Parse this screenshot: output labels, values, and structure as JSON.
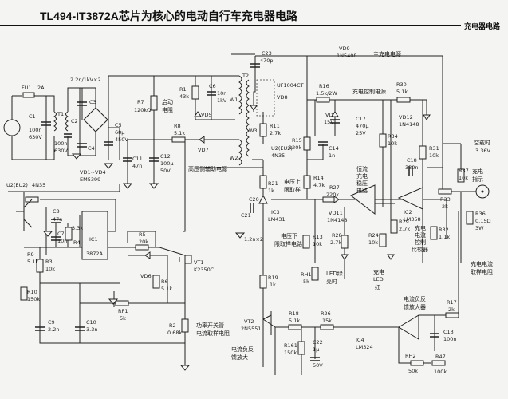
{
  "title": "TL494-IT3872A芯片为核心的电动自行车充电器电路",
  "section_tag": "充电器电路",
  "labels": {
    "fu1": "FU1",
    "fu1_val": "2A",
    "c1": "C1",
    "c1_v1": "100n",
    "c1_v2": "630V",
    "t1": "T1",
    "c_x2_v1": "100n",
    "c_x2_v2": "630V",
    "cy": "2.2n/1kV×2",
    "c2": "C2",
    "c3": "C3",
    "c4": "C4",
    "vd1_4": "VD1~VD4",
    "vd1_4_part": "EM5399",
    "c5": "C5",
    "c5_v1": "68μ",
    "c5_v2": "450V",
    "r7": "R7",
    "r7_val": "120kΩ",
    "startup_r1": "启动",
    "startup_r2": "电阻",
    "r1": "R1",
    "r1_val": "43k",
    "c6": "C6",
    "c6_v1": "10n",
    "c6_v2": "1kV",
    "vd5": "VD5",
    "r8": "R8",
    "r8_val": "5.1k",
    "vd7": "VD7",
    "c11": "C11",
    "c11_val": "47n",
    "c12": "C12",
    "c12_v1": "100μ",
    "c12_v2": "50V",
    "hv_aux": "高压侧辅助电源",
    "t2": "T2",
    "w1": "W1",
    "w2": "W2",
    "w3": "W3",
    "c23": "C23",
    "c23_val": "470p",
    "vd9": "VD9",
    "vd9_part": "1N5408",
    "main_supply": "主充电电源",
    "uf": "UF1004CT",
    "vd8": "VD8",
    "r11": "R11",
    "r11_val": "2.7k",
    "u2": "U2(EU2)",
    "u2_part": "4N35",
    "r16": "R16",
    "r16_val": "1.5k/2W",
    "ctrl_supply": "充电控制电源",
    "r30": "R30",
    "r30_val": "5.1k",
    "vd": "VD",
    "vd_val": "15V",
    "c17": "C17",
    "c17_v1": "470μ",
    "c17_v2": "25V",
    "vd12": "VD12",
    "vd12_part": "1N4148",
    "r15": "R15",
    "r15_val": "120k",
    "c14": "C14",
    "c14_val": "1n",
    "r34": "R34",
    "r34_val": "10k",
    "r31": "R31",
    "r31_val": "10k",
    "c18": "C18",
    "c18_val": "330n",
    "noload1": "空载时",
    "noload2": "3.36V",
    "r37": "R37",
    "r37_val": "10k",
    "ind1": "充电",
    "ind2": "指示",
    "r14": "R14",
    "r14_val": "4.7k",
    "vup1": "电压上",
    "vup2": "限取样",
    "cc1": "恒流",
    "cc2": "充电",
    "cc3": "稳压",
    "cc4": "电路",
    "r21": "R21",
    "r21_val": "1k",
    "c20": "C20",
    "c21": "C21",
    "c2021_val": "1.2n×2",
    "ic3": "IC3",
    "ic3_part": "LM431",
    "r27": "R27",
    "r27_val": "220k",
    "vd11": "VD11",
    "vd11_part": "1N4148",
    "ic2": "IC2",
    "ic2_part": "LM358",
    "r33": "R33",
    "r33_val": "2k",
    "r36": "R36",
    "r36_v1": "0.15Ω",
    "r36_v2": "3W",
    "r13": "R13",
    "r13_val": "10k",
    "vdn1": "电压下",
    "vdn2": "限取样电路",
    "r28": "R28",
    "r28_val": "2.7k",
    "r24": "R24",
    "r24_val": "10k",
    "r29": "R29",
    "r29_val": "2.7k",
    "r32": "R32",
    "r32_val": "1.1k",
    "cmp1": "充电",
    "cmp2": "电流",
    "cmp3": "控制",
    "cmp4": "比较器",
    "sense1": "充电电流",
    "sense2": "取样电阻",
    "rh1": "RH1",
    "rh1_val": "5k",
    "led_g1": "LED绿",
    "led_g2": "亮时",
    "led_r1": "充电",
    "led_r2": "LED",
    "led_r3": "红",
    "r19": "R19",
    "r19_val": "1k",
    "vt2": "VT2",
    "vt2_part": "2N5551",
    "r18": "R18",
    "r18_val": "5.1k",
    "r26": "R26",
    "r26_val": "15k",
    "r161": "R161",
    "r161_val": "150k",
    "c22": "C22",
    "c22_v1": "1μ",
    "c22_v2": "50V",
    "ic4": "IC4",
    "ic4_part": "LM324",
    "amp1": "电流负反",
    "amp2": "馈放大器",
    "amp_l1": "电流负反",
    "amp_l2": "馈放大",
    "r17": "R17",
    "r17_val": "2k",
    "c13": "C13",
    "c13_val": "100n",
    "rh2": "RH2",
    "rh2_val": "50k",
    "r47": "R47",
    "r47_val": "100k",
    "u2b": "U2(EU2)",
    "u2b_part": "4N35",
    "r9": "R9",
    "r9_val": "5.1k",
    "r3": "R3",
    "r3_val": "10k",
    "r10": "R10",
    "r10_val": "150k",
    "c8": "C8",
    "c8_val": "47n",
    "c7": "C7",
    "c7_val": "10n",
    "r4": "R4",
    "r4_val": "3.3k",
    "ic1": "IC1",
    "ic1_part": "3872A",
    "r5": "R5",
    "r5_val": "20k",
    "vd6": "VD6",
    "r6": "R6",
    "r6_val": "5.1k",
    "vt1": "VT1",
    "vt1_part": "K2350C",
    "c9": "C9",
    "c9_val": "2.2n",
    "c10": "C10",
    "c10_val": "3.3n",
    "rp1": "RP1",
    "rp1_val": "5k",
    "r2": "R2",
    "r2_val": "0.68k",
    "sw1": "功率开关管",
    "sw2": "电流取样电阻"
  }
}
